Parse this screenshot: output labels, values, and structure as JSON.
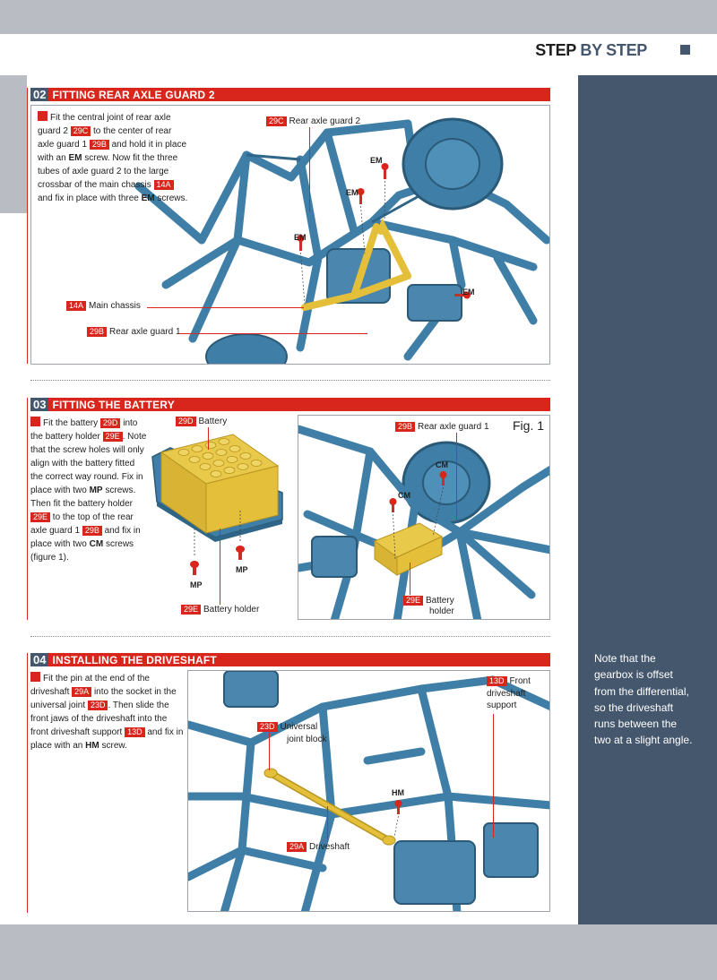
{
  "header": {
    "title_part1": "STEP",
    "title_part2": "BY STEP"
  },
  "colors": {
    "accent": "#d8261c",
    "slate": "#45576c",
    "frame": "#3f7ea6",
    "yellow": "#e3bf3a"
  },
  "sections": [
    {
      "number": "02",
      "title": "FITTING REAR AXLE GUARD 2",
      "text": {
        "t1": "Fit the central joint of rear axle guard 2",
        "tag1": "29C",
        "t2": "to the center of rear axle guard 1",
        "tag2": "29B",
        "t3": "and hold it in place with an",
        "b1": "EM",
        "t4": "screw. Now fit the three tubes of axle guard 2 to the large crossbar of the main chassis",
        "tag3": "14A",
        "t5": "and fix in place with three",
        "b2": "EM",
        "t6": "screws."
      },
      "labels": {
        "l1_tag": "29C",
        "l1_text": "Rear axle guard 2",
        "l2_tag": "14A",
        "l2_text": "Main chassis",
        "l3_tag": "29B",
        "l3_text": "Rear axle guard 1"
      },
      "screws": [
        "EM",
        "EM",
        "EM",
        "EM"
      ]
    },
    {
      "number": "03",
      "title": "FITTING THE BATTERY",
      "text": {
        "t1": "Fit the battery",
        "tag1": "29D",
        "t2": "into the battery holder",
        "tag2": "29E",
        "t3": ". Note that the screw holes will only align with the battery fitted the correct way round. Fix in place with two",
        "b1": "MP",
        "t4": "screws. Then fit the battery holder",
        "tag3": "29E",
        "t5": "to the top of the rear axle guard 1",
        "tag4": "29B",
        "t6": "and fix in place with two",
        "b2": "CM",
        "t7": "screws (figure 1)."
      },
      "labels": {
        "battery_tag": "29D",
        "battery_text": "Battery",
        "holder_tag": "29E",
        "holder_text": "Battery holder",
        "fig_rear_tag": "29B",
        "fig_rear_text": "Rear axle guard 1",
        "fig_holder_tag": "29E",
        "fig_holder_text1": "Battery",
        "fig_holder_text2": "holder",
        "fig": "Fig. 1"
      },
      "screws": [
        "MP",
        "MP",
        "CM",
        "CM"
      ]
    },
    {
      "number": "04",
      "title": "INSTALLING THE DRIVESHAFT",
      "text": {
        "t1": "Fit the pin at the end of the driveshaft",
        "tag1": "29A",
        "t2": "into the socket in the universal joint",
        "tag2": "23D",
        "t3": ". Then slide the front jaws of the driveshaft into the front driveshaft support",
        "tag3": "13D",
        "t4": "and fix in place with an",
        "b1": "HM",
        "t5": "screw."
      },
      "labels": {
        "support_tag": "13D",
        "support_text1": "Front",
        "support_text2": "driveshaft",
        "support_text3": "support",
        "joint_tag": "23D",
        "joint_text1": "Universal",
        "joint_text2": "joint block",
        "shaft_tag": "29A",
        "shaft_text": "Driveshaft"
      },
      "screws": [
        "HM"
      ]
    }
  ],
  "side_note": "Note that the gearbox is offset from the differential, so the driveshaft runs between the two at a slight angle."
}
